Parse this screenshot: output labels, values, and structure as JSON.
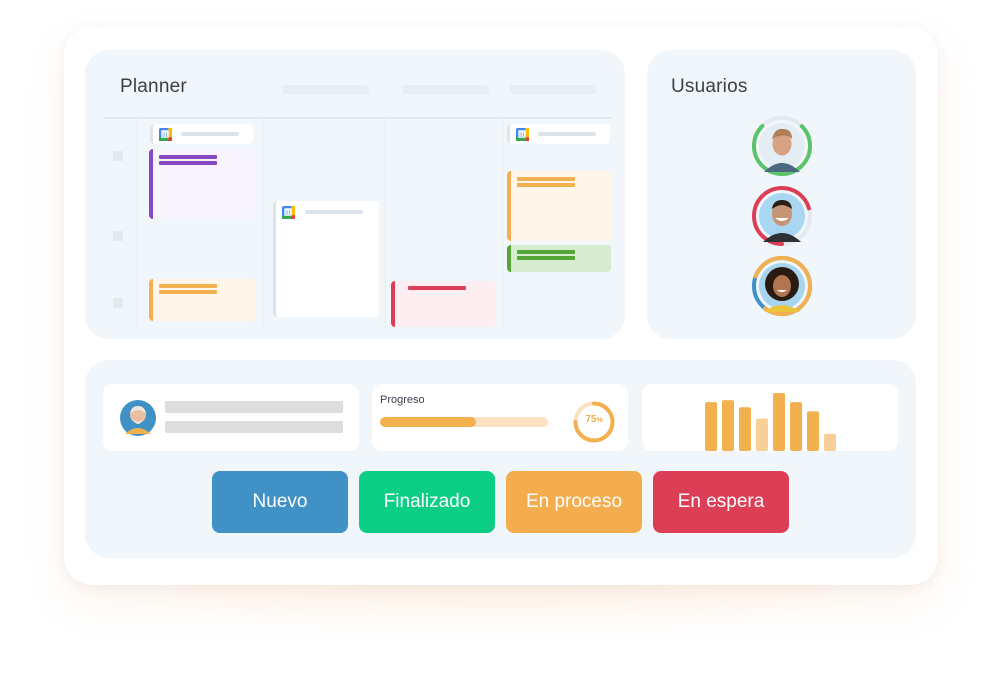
{
  "planner": {
    "title": "Planner",
    "google_calendar_badge": "31"
  },
  "users": {
    "title": "Usuarios",
    "avatars": [
      {
        "name": "user-avatar-1",
        "ring_color": "#5cc36c",
        "progress": 0.75
      },
      {
        "name": "user-avatar-2",
        "ring_color": "#dc3e56",
        "progress": 0.7
      },
      {
        "name": "user-avatar-3",
        "ring_color": "#f2b04e",
        "progress": 0.8
      }
    ]
  },
  "progress_widget": {
    "label": "Progreso",
    "bar_value": 0.57,
    "circle_value": "75",
    "circle_unit": "%",
    "color": "#f2b04e",
    "track_color": "#fbe1c0"
  },
  "bar_chart": {
    "values": [
      48,
      50,
      43,
      32,
      57,
      48,
      39,
      17
    ],
    "color": "#f2b04e",
    "light_color": "#f8cf96"
  },
  "buttons": {
    "nuevo": {
      "label": "Nuevo",
      "color": "#3f91c6"
    },
    "finalizado": {
      "label": "Finalizado",
      "color": "#0ccf85"
    },
    "en_proceso": {
      "label": "En proceso",
      "color": "#f3ad4e"
    },
    "en_espera": {
      "label": "En espera",
      "color": "#dc3e56"
    }
  },
  "colors": {
    "panel_bg": "#f1f6fb",
    "purple": "#8749c2",
    "orange": "#f2b04e",
    "green": "#53a637",
    "red": "#dc3e56"
  }
}
